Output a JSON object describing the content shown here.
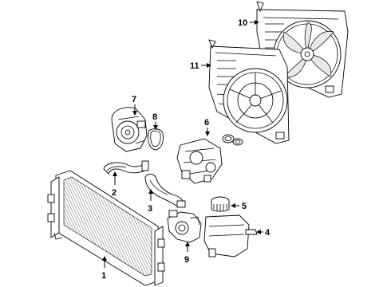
{
  "callouts": [
    {
      "id": "radiator",
      "label": "1"
    },
    {
      "id": "upper-hose",
      "label": "2"
    },
    {
      "id": "lower-hose",
      "label": "3"
    },
    {
      "id": "reservoir-hose",
      "label": "4"
    },
    {
      "id": "reservoir-cap",
      "label": "5"
    },
    {
      "id": "thermostat-housing",
      "label": "6"
    },
    {
      "id": "water-pump",
      "label": "7"
    },
    {
      "id": "pump-belt",
      "label": "8"
    },
    {
      "id": "aux-pump",
      "label": "9"
    },
    {
      "id": "fan-assembly",
      "label": "10"
    },
    {
      "id": "fan-shroud",
      "label": "11"
    }
  ]
}
